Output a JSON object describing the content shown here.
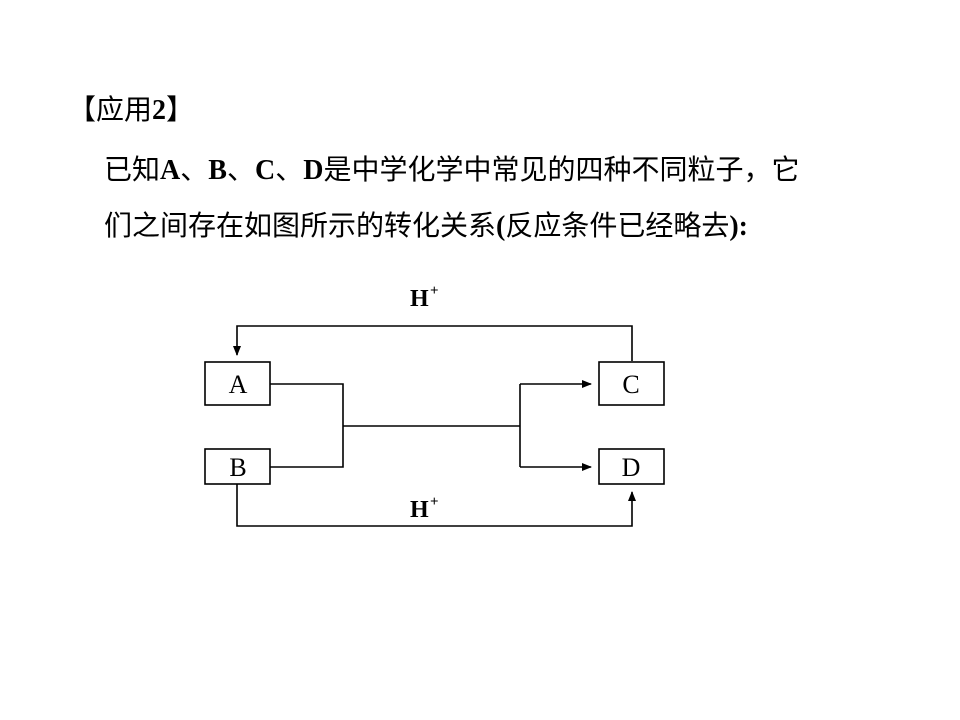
{
  "heading": {
    "bracket_open": "【",
    "text": "应用",
    "num": "2",
    "bracket_close": "】"
  },
  "paragraph": {
    "line1": [
      {
        "t": "已知",
        "lat": false
      },
      {
        "t": "A",
        "lat": true
      },
      {
        "t": "、",
        "lat": false
      },
      {
        "t": "B",
        "lat": true
      },
      {
        "t": "、",
        "lat": false
      },
      {
        "t": "C",
        "lat": true
      },
      {
        "t": "、",
        "lat": false
      },
      {
        "t": "D",
        "lat": true
      },
      {
        "t": "是中学化学中常见的四种不同粒子，它",
        "lat": false
      }
    ],
    "line2": [
      {
        "t": "们之间存在如图所示的转化关系",
        "lat": false
      },
      {
        "t": "(",
        "lat": true
      },
      {
        "t": "反应条件已经略去",
        "lat": false
      },
      {
        "t": "):",
        "lat": true
      }
    ]
  },
  "diagram": {
    "boxes": {
      "a": "A",
      "b": "B",
      "c": "C",
      "d": "D"
    },
    "top_reagent": {
      "base": "H",
      "sup": "+"
    },
    "bottom_reagent": {
      "base": "H",
      "sup": "+"
    }
  }
}
